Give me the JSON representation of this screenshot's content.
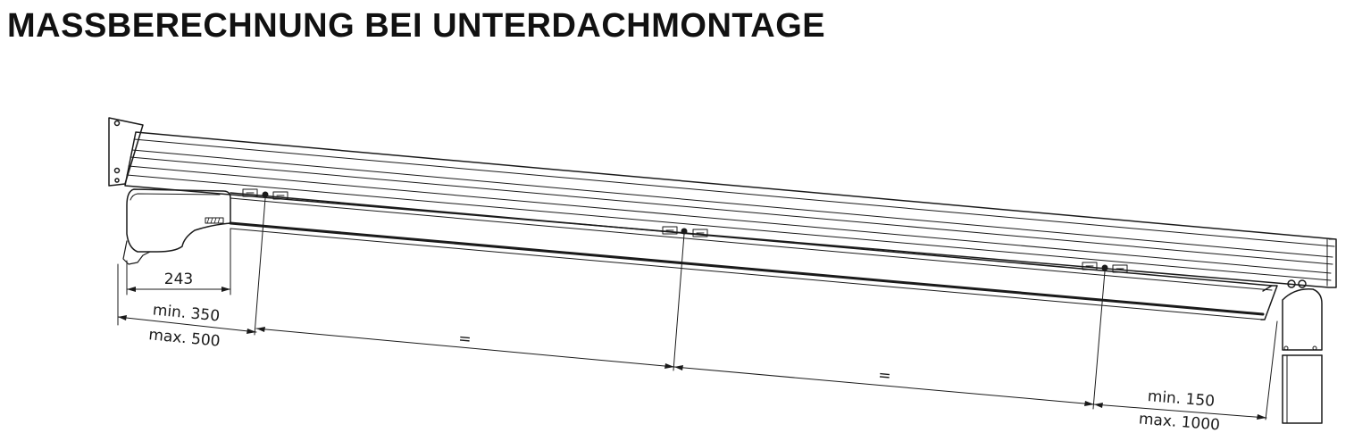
{
  "title": "MASSBERECHNUNG BEI UNTERDACHMONTAGE",
  "dimensions": {
    "motor_width": "243",
    "first_min": "min. 350",
    "first_max": "max. 500",
    "equal_1": "=",
    "equal_2": "=",
    "last_min": "min. 150",
    "last_max": "max. 1000"
  },
  "colors": {
    "line": "#1a1a1a",
    "title": "#111111"
  }
}
